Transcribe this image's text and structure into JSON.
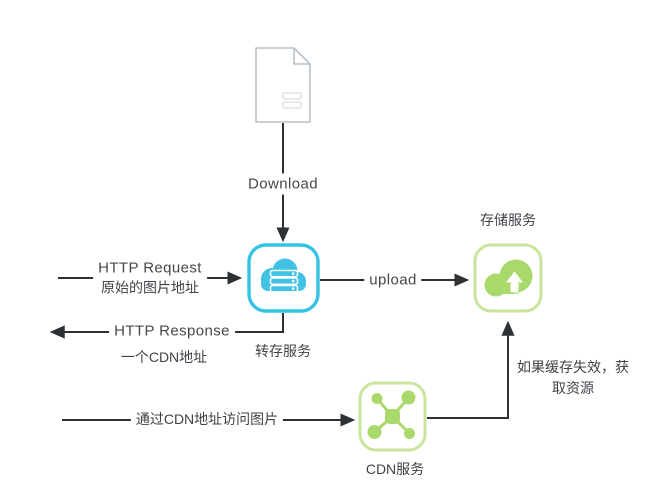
{
  "diagram_type": "flow-diagram",
  "colors": {
    "background": "#ffffff",
    "line": "#2e3134",
    "text": "#3f4347",
    "accent_cyan": "#3ac2e5",
    "accent_green_fill": "#a9d96b",
    "accent_green_border": "#c9e59b",
    "document_stroke": "#b8c1c8"
  },
  "icons": {
    "document": "document-file-icon",
    "transfer_service": "cloud-server-icon",
    "storage_service": "cloud-upload-icon",
    "cdn_service": "network-nodes-icon"
  },
  "nodes": {
    "transfer_service": {
      "label": "转存服务"
    },
    "storage_service": {
      "label": "存储服务"
    },
    "cdn_service": {
      "label": "CDN服务"
    }
  },
  "edges": {
    "download": {
      "label": "Download",
      "from": "document",
      "to": "transfer_service"
    },
    "http_request": {
      "label": "HTTP Request",
      "sublabel": "原始的图片地址",
      "to": "transfer_service"
    },
    "http_response": {
      "label": "HTTP Response",
      "sublabel": "一个CDN地址",
      "from": "transfer_service"
    },
    "upload": {
      "label": "upload",
      "from": "transfer_service",
      "to": "storage_service"
    },
    "cdn_access": {
      "label": "通过CDN地址访问图片",
      "to": "cdn_service"
    },
    "cache_fallback": {
      "label_line1": "如果缓存失效，获",
      "label_line2": "取资源",
      "from": "cdn_service",
      "to": "storage_service"
    }
  }
}
